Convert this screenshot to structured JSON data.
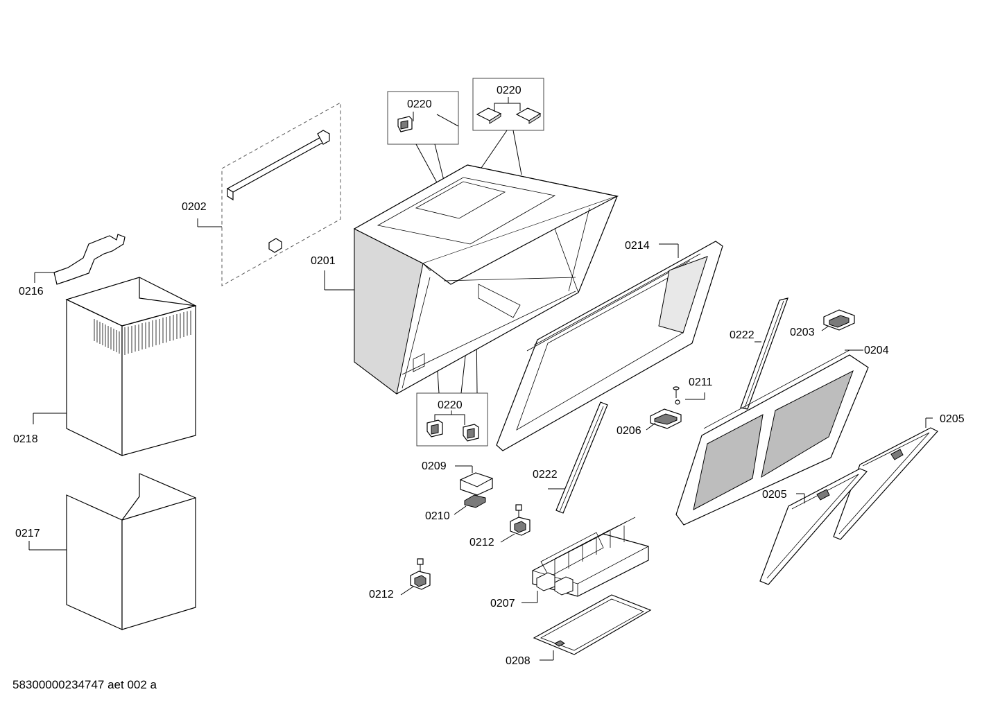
{
  "labels": {
    "l0220a": "0220",
    "l0220b": "0220",
    "l0220c": "0220",
    "l0202": "0202",
    "l0201": "0201",
    "l0216": "0216",
    "l0214": "0214",
    "l0222a": "0222",
    "l0203": "0203",
    "l0204": "0204",
    "l0211": "0211",
    "l0218": "0218",
    "l0206": "0206",
    "l0205a": "0205",
    "l0209": "0209",
    "l0222b": "0222",
    "l0205b": "0205",
    "l0210": "0210",
    "l0212a": "0212",
    "l0217": "0217",
    "l0212b": "0212",
    "l0207": "0207",
    "l0208": "0208"
  },
  "footer": "58300000234747 aet 002 a"
}
